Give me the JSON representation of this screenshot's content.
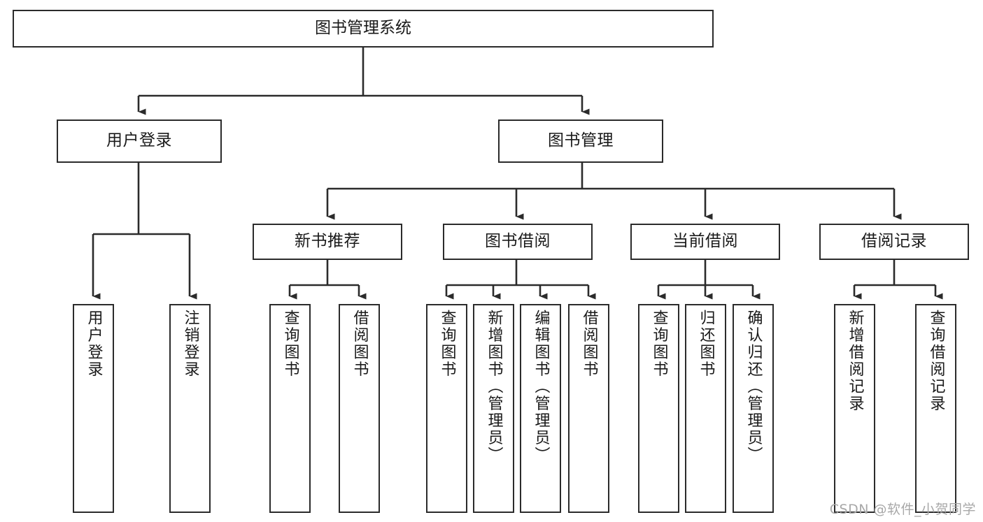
{
  "diagram": {
    "title": "图书管理系统",
    "type": "tree",
    "colors": {
      "box_border": "#2b2b2b",
      "box_fill": "#ffffff",
      "connector": "#2b2b2b",
      "text": "#1a1a1a",
      "watermark": "#a8a8a8",
      "background": "#ffffff"
    },
    "nodes": {
      "root": {
        "label": "图书管理系统"
      },
      "level2": [
        {
          "id": "user-login",
          "label": "用户登录"
        },
        {
          "id": "book-management",
          "label": "图书管理"
        }
      ],
      "level3": [
        {
          "id": "new-book-recommend",
          "label": "新书推荐"
        },
        {
          "id": "book-borrow",
          "label": "图书借阅"
        },
        {
          "id": "current-borrow",
          "label": "当前借阅"
        },
        {
          "id": "borrow-record",
          "label": "借阅记录"
        }
      ],
      "leaves": {
        "user-login": [
          {
            "id": "user-login-leaf",
            "label": "用户登录"
          },
          {
            "id": "user-logout-leaf",
            "label": "注销登录"
          }
        ],
        "new-book-recommend": [
          {
            "id": "query-book-1",
            "label": "查询图书"
          },
          {
            "id": "borrow-book-1",
            "label": "借阅图书"
          }
        ],
        "book-borrow": [
          {
            "id": "query-book-2",
            "label": "查询图书"
          },
          {
            "id": "add-book",
            "label": "新增图书（管理员）"
          },
          {
            "id": "edit-book",
            "label": "编辑图书（管理员）"
          },
          {
            "id": "borrow-book-2",
            "label": "借阅图书"
          }
        ],
        "current-borrow": [
          {
            "id": "query-book-3",
            "label": "查询图书"
          },
          {
            "id": "return-book",
            "label": "归还图书"
          },
          {
            "id": "confirm-return",
            "label": "确认归还（管理员）"
          }
        ],
        "borrow-record": [
          {
            "id": "add-borrow-record",
            "label": "新增借阅记录"
          },
          {
            "id": "query-borrow-record",
            "label": "查询借阅记录"
          }
        ]
      }
    },
    "watermark": "CSDN @软件_小贺同学"
  }
}
